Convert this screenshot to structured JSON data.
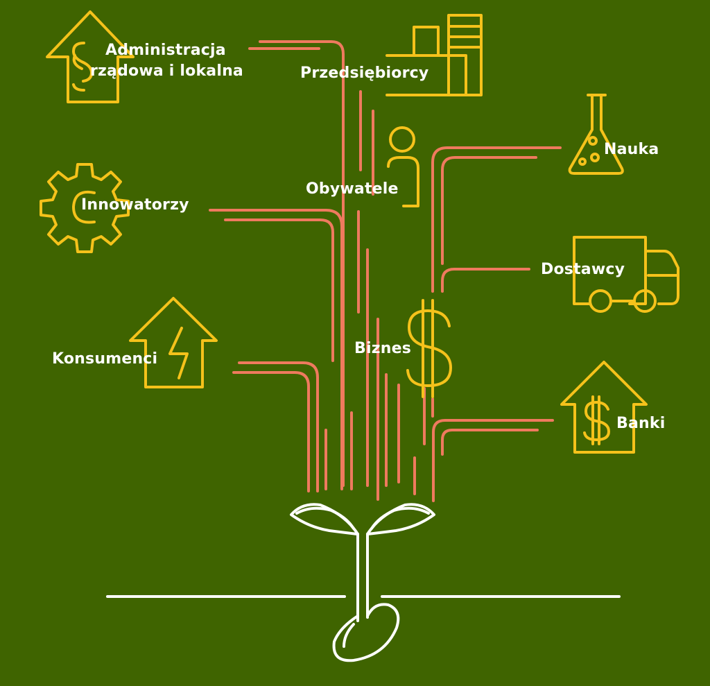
{
  "diagram": {
    "nodes": {
      "administracja": {
        "line1": "Administracja",
        "line2": "rządowa i lokalna",
        "icon": "house-paragraph-icon"
      },
      "przedsiebiorcy": {
        "label": "Przedsiębiorcy",
        "icon": "buildings-icon"
      },
      "nauka": {
        "label": "Nauka",
        "icon": "flask-icon"
      },
      "obywatele": {
        "label": "Obywatele",
        "icon": "person-icon"
      },
      "innowatorzy": {
        "label": "Innowatorzy",
        "icon": "gear-icon"
      },
      "dostawcy": {
        "label": "Dostawcy",
        "icon": "truck-icon"
      },
      "biznes": {
        "label": "Biznes",
        "icon": "dollar-icon"
      },
      "konsumenci": {
        "label": "Konsumenci",
        "icon": "house-lightning-icon"
      },
      "banki": {
        "label": "Banki",
        "icon": "house-dollar-icon"
      }
    },
    "center": {
      "icon": "sprout-icon"
    },
    "colors": {
      "background": "#3f6400",
      "icons": "#f5c21b",
      "lines": "#ef7a5e",
      "sprout": "#ffffff"
    }
  }
}
